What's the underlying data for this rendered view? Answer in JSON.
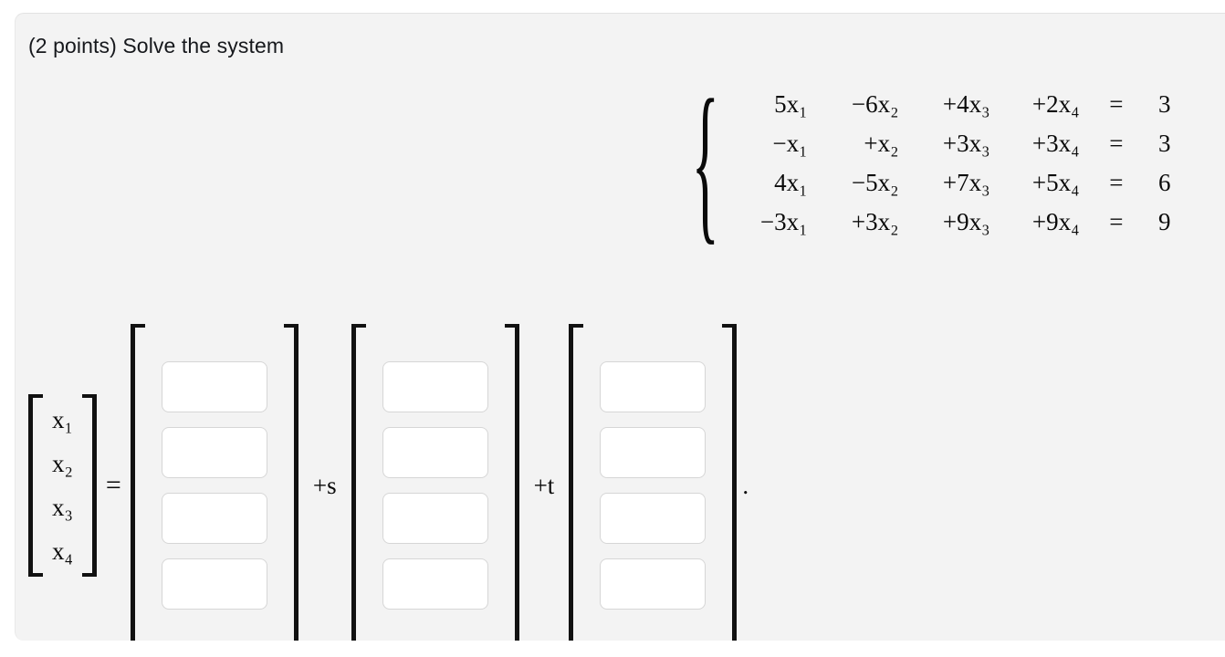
{
  "problem": {
    "prompt": "(2 points) Solve the system",
    "trailing_punctuation": "."
  },
  "system": {
    "brace": "{",
    "equals_symbol": "=",
    "equations": [
      {
        "t1": "5x₁",
        "t2": "−6x₂",
        "t3": "+4x₃",
        "t4": "+2x₄",
        "eq": "=",
        "rhs": "3"
      },
      {
        "t1": "−x₁",
        "t2": "+x₂",
        "t3": "+3x₃",
        "t4": "+3x₄",
        "eq": "=",
        "rhs": "3"
      },
      {
        "t1": "4x₁",
        "t2": "−5x₂",
        "t3": "+7x₃",
        "t4": "+5x₄",
        "eq": "=",
        "rhs": "6"
      },
      {
        "t1": "−3x₁",
        "t2": "+3x₂",
        "t3": "+9x₃",
        "t4": "+9x₄",
        "eq": "=",
        "rhs": "9"
      }
    ]
  },
  "solution": {
    "equals_symbol": "=",
    "unknown_vector": [
      "x₁",
      "x₂",
      "x₃",
      "x₄"
    ],
    "parameter_labels": [
      "+s",
      "+t"
    ],
    "vectors": [
      {
        "name": "particular-solution-vector",
        "values": [
          "",
          "",
          "",
          ""
        ],
        "placeholder": ""
      },
      {
        "name": "first-basis-vector",
        "values": [
          "",
          "",
          "",
          ""
        ],
        "placeholder": ""
      },
      {
        "name": "second-basis-vector",
        "values": [
          "",
          "",
          "",
          ""
        ],
        "placeholder": ""
      }
    ]
  },
  "colors": {
    "page_background": "#f3f3f3",
    "text": "#0a0a0a",
    "input_border": "#d6d6d6",
    "input_background": "#ffffff"
  }
}
